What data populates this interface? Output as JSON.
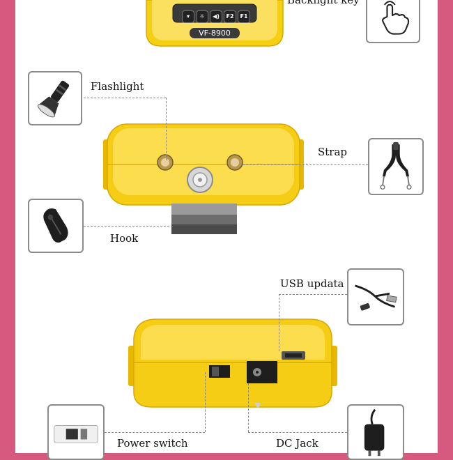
{
  "labels": {
    "backlight_key": "Backlight key",
    "flashlight": "Flashlight",
    "strap": "Strap",
    "hook": "Hook",
    "usb_update": "USB updata",
    "power_switch": "Power switch",
    "dc_jack": "DC Jack"
  },
  "device": {
    "model": "VF-8900",
    "keys": [
      "▾",
      "☼",
      "◀)",
      "F2",
      "F1"
    ]
  },
  "icons": {
    "backlight_key": "hand-tap-icon",
    "flashlight": "flashlight-icon",
    "strap": "strap-icon",
    "hook": "hook-clip-icon",
    "usb_update": "usb-cable-icon",
    "power_switch": "power-switch-icon",
    "dc_jack": "power-adapter-icon"
  },
  "colors": {
    "border": "#d65a7f",
    "device_yellow": "#f6d21e"
  }
}
